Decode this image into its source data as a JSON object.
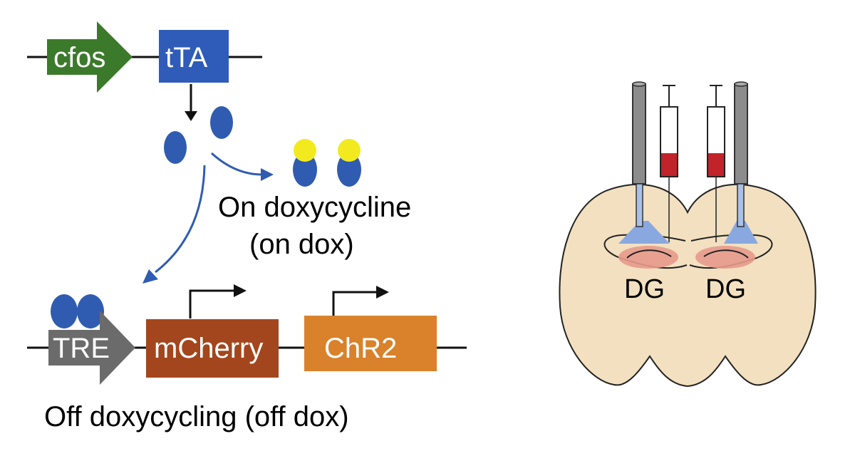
{
  "left_panel": {
    "genes": {
      "cfos": "cfos",
      "tta": "tTA",
      "tre": "TRE",
      "mcherry": "mCherry",
      "chr2": "ChR2"
    },
    "on_dox_caption": [
      "On doxycycline",
      "(on dox)"
    ],
    "off_dox_caption": "Off doxycycling (off dox)"
  },
  "right_panel": {
    "dg_left": "DG",
    "dg_right": "DG"
  },
  "colors": {
    "cfos": "#3c7a2b",
    "tta": "#2f5cb8",
    "tre": "#6b6b6b",
    "mcherry": "#a4461d",
    "chr2": "#d9822b",
    "protein": "#2f5cb0",
    "dox": "#f2ea1f",
    "brain": "#f2e0c0",
    "dg_fill": "#e79a8c",
    "light_cone": "#8aa8e0",
    "fiber": "#8c8c8c",
    "syringe_fill": "#c0232a"
  }
}
